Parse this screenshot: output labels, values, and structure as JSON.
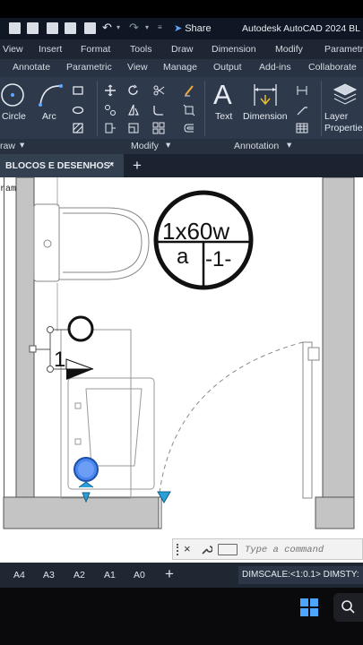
{
  "quick_access": {
    "share_label": "Share",
    "app_title": "Autodesk AutoCAD 2024  BL"
  },
  "menu": [
    "View",
    "Insert",
    "Format",
    "Tools",
    "Draw",
    "Dimension",
    "Modify",
    "Parametr"
  ],
  "ribbon_tabs": [
    "Annotate",
    "Parametric",
    "View",
    "Manage",
    "Output",
    "Add-ins",
    "Collaborate"
  ],
  "ribbon": {
    "tools": {
      "circle": "Circle",
      "arc": "Arc",
      "text": "Text",
      "dimension": "Dimension",
      "layer_properties": "Layer Properties"
    },
    "panels": {
      "draw": "raw",
      "modify": "Modify",
      "annotation": "Annotation"
    }
  },
  "file_tab": {
    "name": "BLOCOS E DESENHOS*",
    "close_glyph": "×",
    "new_tab_glyph": "+"
  },
  "viewport": {
    "label": "rame]"
  },
  "drawing": {
    "tag_top": "1x60w",
    "tag_left": "a",
    "tag_right": "-1-",
    "item_number": "1"
  },
  "command_line": {
    "close_glyph": "×",
    "placeholder": "Type a command"
  },
  "layout_tabs": [
    "A4",
    "A3",
    "A2",
    "A1",
    "A0"
  ],
  "layout_add_glyph": "+",
  "status_bar": {
    "text": "DIMSCALE:<1:0.1> DIMSTY:"
  },
  "colors": {
    "ribbon_bg": "#2e3a4c",
    "canvas_bg": "#ffffff",
    "wall_fill": "#c4c4c4",
    "accent_blue": "#4a86f0",
    "grip_cyan": "#2a9fd8"
  }
}
